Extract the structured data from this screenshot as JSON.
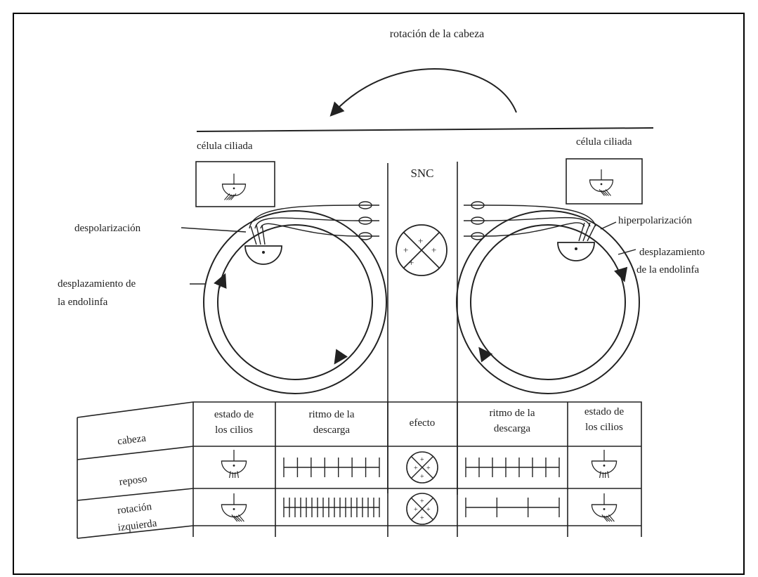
{
  "title": "rotación de la cabeza",
  "center_label": "SNC",
  "left": {
    "cell_label": "célula ciliada",
    "state_label": "despolarización",
    "flow_label": [
      "desplazamiento de",
      "la endolinfa"
    ]
  },
  "right": {
    "cell_label": "célula ciliada",
    "state_label": "hiperpolarización",
    "flow_label": [
      "desplazamiento",
      "de la endolinfa"
    ]
  },
  "table": {
    "corner_label": "cabeza",
    "headers": [
      [
        "estado de",
        "los cilios"
      ],
      [
        "ritmo de la",
        "descarga"
      ],
      [
        "efecto"
      ],
      [
        "ritmo de la",
        "descarga"
      ],
      [
        "estado de",
        "los cilios"
      ]
    ],
    "rows": [
      {
        "label": [
          "reposo"
        ],
        "left_spikes": 8,
        "right_spikes": 8
      },
      {
        "label": [
          "rotación",
          "izquierda"
        ],
        "left_spikes": 18,
        "right_spikes": 4
      }
    ]
  }
}
